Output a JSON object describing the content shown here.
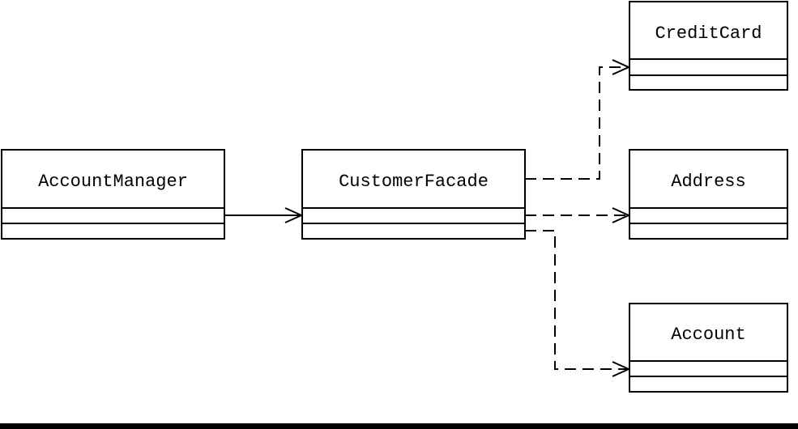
{
  "diagram": {
    "classes": {
      "account_manager": "AccountManager",
      "customer_facade": "CustomerFacade",
      "credit_card": "CreditCard",
      "address": "Address",
      "account": "Account"
    },
    "relations": [
      {
        "from": "AccountManager",
        "to": "CustomerFacade",
        "kind": "association"
      },
      {
        "from": "CustomerFacade",
        "to": "CreditCard",
        "kind": "dependency"
      },
      {
        "from": "CustomerFacade",
        "to": "Address",
        "kind": "dependency"
      },
      {
        "from": "CustomerFacade",
        "to": "Account",
        "kind": "dependency"
      }
    ]
  }
}
